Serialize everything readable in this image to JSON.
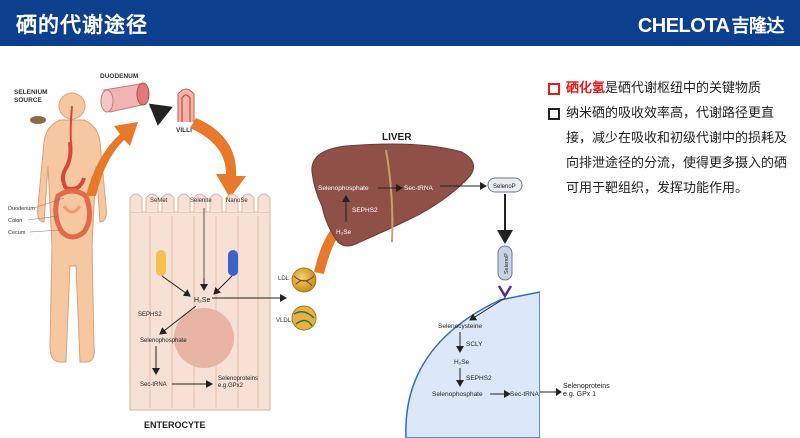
{
  "header": {
    "title": "硒的代谢途径",
    "brand_latin": "CHELOTA",
    "brand_cn": "吉隆达"
  },
  "diagram": {
    "selenium_source": "SELENIUM\nSOURCE",
    "duodenum": "DUODENUM",
    "villi": "VILLI",
    "body_labels": [
      "Duodenum",
      "Colon",
      "Cecum"
    ],
    "enterocyte": {
      "title": "ENTEROCYTE",
      "inputs": [
        "SeMet",
        "Selenite",
        "NanoSe"
      ],
      "h2se": "H₂Se",
      "sephs2": "SEPHS2",
      "selenophosphate": "Selenophosphate",
      "sec_trna": "Sec-tRNA",
      "selenoproteins": "Selenoproteins\ne.g.GPx2"
    },
    "lipoproteins": [
      "LDL",
      "VLDL"
    ],
    "liver": {
      "title": "LIVER",
      "selenophosphate": "Selenophosphate",
      "sec_trna": "Sec-tRNA",
      "sephs2": "SEPHS2",
      "h2se": "H₂Se",
      "selenop": "SelenoP"
    },
    "target_cell": {
      "receptor_label": "SelenoP",
      "selenocysteine": "Selenocysteine",
      "scly": "SCLY",
      "h2se": "H₂Se",
      "sephs2": "SEPHS2",
      "selenophosphate": "Selenophosphate",
      "sec_trna": "Sec-tRNA",
      "selenoproteins": "Selenoproteins\ne.g. GPx 1"
    }
  },
  "bullets": [
    {
      "highlight": "硒化氢",
      "text": "是硒代谢枢纽中的关键物质"
    },
    {
      "highlight": "",
      "text": "纳米硒的吸收效率高，代谢路径更直接，减少在吸收和初级代谢中的损耗及向排泄途径的分流，使得更多摄入的硒可用于靶组织，发挥功能作用。"
    }
  ],
  "colors": {
    "header": "#0d3f8f",
    "arrow_orange": "#e8782a",
    "liver": "#8f5048",
    "cell_membrane": "#2f6dc0",
    "highlight": "#e11c1c"
  }
}
